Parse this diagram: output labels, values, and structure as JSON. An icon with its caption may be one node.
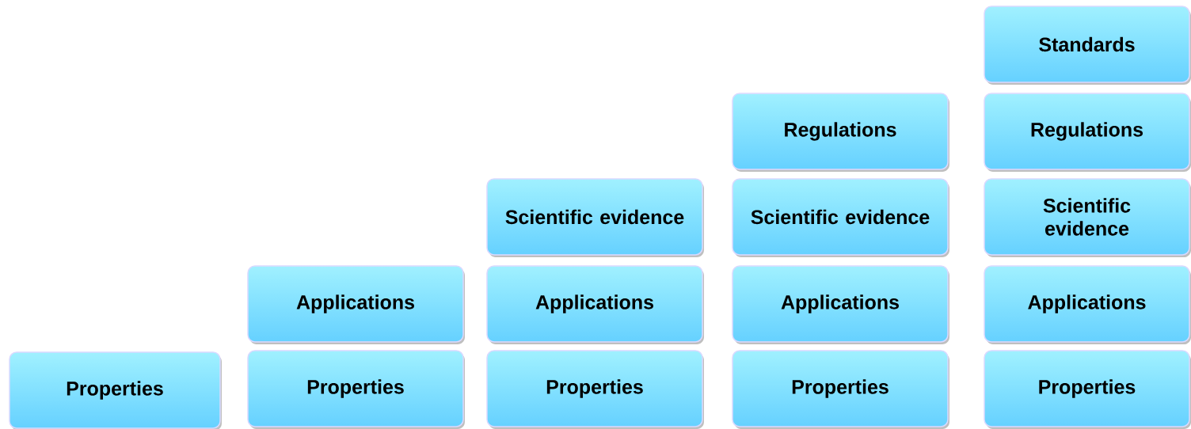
{
  "diagram": {
    "nodes": [
      {
        "text": [
          "Properties"
        ]
      },
      {
        "text": [
          "Applications"
        ]
      },
      {
        "text": [
          "Properties"
        ]
      },
      {
        "text": [
          "Scientific evidence"
        ]
      },
      {
        "text": [
          "Applications"
        ]
      },
      {
        "text": [
          "Properties"
        ]
      },
      {
        "text": [
          "Regulations"
        ]
      },
      {
        "text": [
          "Scientific evidence"
        ]
      },
      {
        "text": [
          "Applications"
        ]
      },
      {
        "text": [
          "Properties"
        ]
      },
      {
        "text": [
          "Standards"
        ]
      },
      {
        "text": [
          "Regulations"
        ]
      },
      {
        "text": [
          "Scientific evidence"
        ]
      },
      {
        "text": [
          "Applications"
        ]
      },
      {
        "text": [
          "Properties"
        ]
      }
    ]
  }
}
